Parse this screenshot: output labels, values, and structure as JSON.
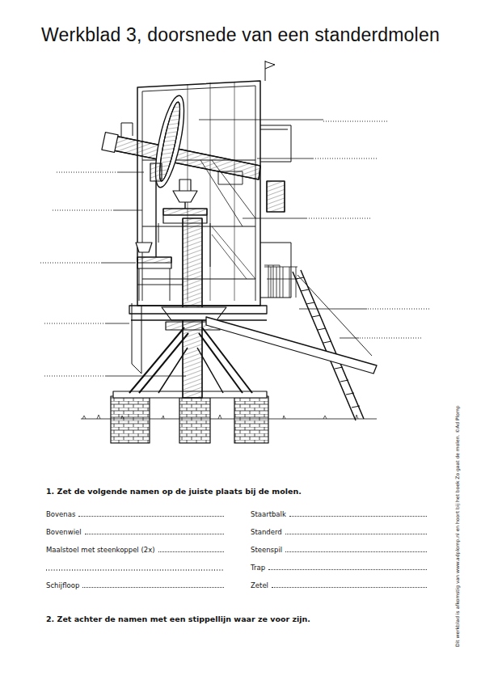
{
  "diagram": {
    "title": "Werkblad 3, doorsnede van een standerdmolen",
    "labels": [
      "1. Zet de volgende namen op de juiste plaats bij de molen.",
      "Bovenas",
      "Bovenwiel",
      "Maalstoel met steenkoppel (2x)",
      "Schijfloop",
      "Staartbalk",
      "Standerd",
      "Steenspil",
      "Trap",
      "Zetel",
      "2. Zet achter de namen met een stippellijn waar ze voor zijn.",
      "Dit werkblad is afkomstig van www.adplomp.nl en hoort bij het boek Zo gaat de molen. ©Ad Plomp"
    ]
  }
}
